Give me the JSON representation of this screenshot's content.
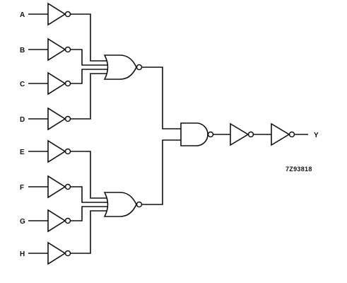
{
  "inputs": [
    "A",
    "B",
    "C",
    "D",
    "E",
    "F",
    "G",
    "H"
  ],
  "output": "Y",
  "figure_code": "7Z93818",
  "colors": {
    "ink": "#111111",
    "background": "#ffffff"
  }
}
